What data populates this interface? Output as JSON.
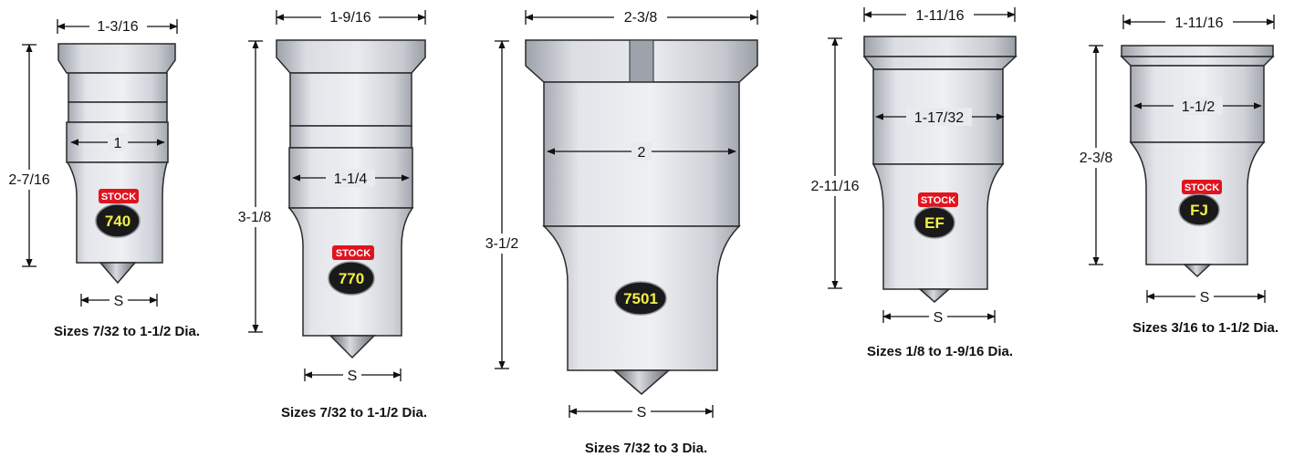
{
  "punches": [
    {
      "id": "740",
      "top_width_label": "1-3/16",
      "height_label": "2-7/16",
      "body_width_label": "1",
      "stock_label": "STOCK",
      "badge_label": "740",
      "shank_label": "S",
      "caption": "Sizes 7/32 to 1-1/2 Dia."
    },
    {
      "id": "770",
      "top_width_label": "1-9/16",
      "height_label": "3-1/8",
      "body_width_label": "1-1/4",
      "stock_label": "STOCK",
      "badge_label": "770",
      "shank_label": "S",
      "caption": "Sizes 7/32 to 1-1/2 Dia."
    },
    {
      "id": "7501",
      "top_width_label": "2-3/8",
      "height_label": "3-1/2",
      "body_width_label": "2",
      "stock_label": "",
      "badge_label": "7501",
      "shank_label": "S",
      "caption": "Sizes 7/32 to 3 Dia."
    },
    {
      "id": "EF",
      "top_width_label": "1-11/16",
      "height_label": "2-11/16",
      "body_width_label": "1-17/32",
      "stock_label": "STOCK",
      "badge_label": "EF",
      "shank_label": "S",
      "caption": "Sizes 1/8 to 1-9/16 Dia."
    },
    {
      "id": "FJ",
      "top_width_label": "1-11/16",
      "height_label": "2-3/8",
      "body_width_label": "1-1/2",
      "stock_label": "STOCK",
      "badge_label": "FJ",
      "shank_label": "S",
      "caption": "Sizes 3/16 to 1-1/2 Dia."
    }
  ],
  "colors": {
    "metal_light": "#eceef2",
    "metal_mid": "#cfd2d8",
    "metal_dark": "#9a9ea6",
    "outline": "#2a2a2a",
    "badge_fill": "#1a1a1a",
    "stock_red": "#e0141e",
    "badge_text": "#f2ef4a"
  }
}
